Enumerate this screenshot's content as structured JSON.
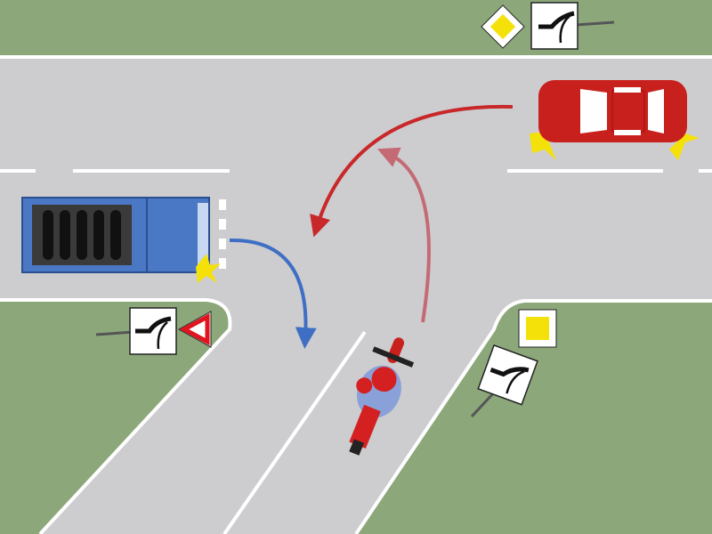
{
  "colors": {
    "grass": "#8ca77a",
    "road": "#cdcdcf",
    "marking": "#ffffff",
    "truck_cab": "#4a78c4",
    "car": "#c8201c",
    "motorcycle": "#d42020",
    "arrow_car": "#c8282a",
    "arrow_motorcycle": "#c46a74",
    "arrow_truck": "#3f6fc4",
    "priority_sign": "#f5e10a",
    "yield_border": "#e0141e"
  },
  "signs": [
    {
      "type": "priority-road-icon",
      "location": "top"
    },
    {
      "type": "priority-road-direction-icon",
      "location": "top"
    },
    {
      "type": "priority-road-direction-icon",
      "location": "left"
    },
    {
      "type": "yield-icon",
      "location": "left"
    },
    {
      "type": "priority-road-icon",
      "location": "right"
    },
    {
      "type": "priority-road-direction-icon",
      "location": "right"
    }
  ],
  "vehicles": [
    "truck",
    "car",
    "motorcycle"
  ]
}
